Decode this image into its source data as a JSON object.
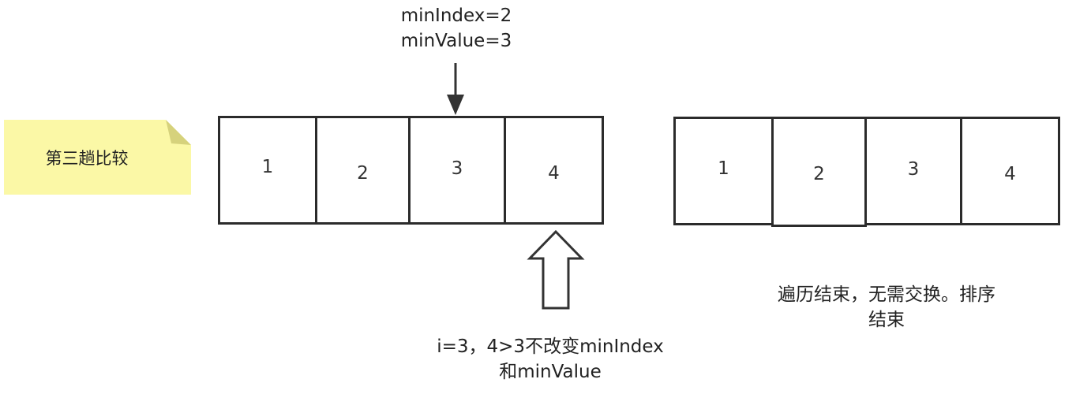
{
  "sticky_note": {
    "label": "第三趟比较",
    "color": "#fbf8a6",
    "fold_color": "#d6d27c"
  },
  "top_annotation": {
    "line1": "minIndex=2",
    "line2": "minValue=3"
  },
  "left_array": {
    "cells": [
      "1",
      "2",
      "3",
      "4"
    ]
  },
  "right_array": {
    "cells": [
      "1",
      "2",
      "3",
      "4"
    ]
  },
  "bottom_annotation": {
    "line1": "i=3，4>3不改变minIndex",
    "line2": "和minValue"
  },
  "result_annotation": {
    "line1": "遍历结束，无需交换。排序",
    "line2": "结束"
  },
  "icons": {
    "down_arrow": "down-arrow-icon",
    "up_arrow": "hollow-up-arrow-icon"
  }
}
